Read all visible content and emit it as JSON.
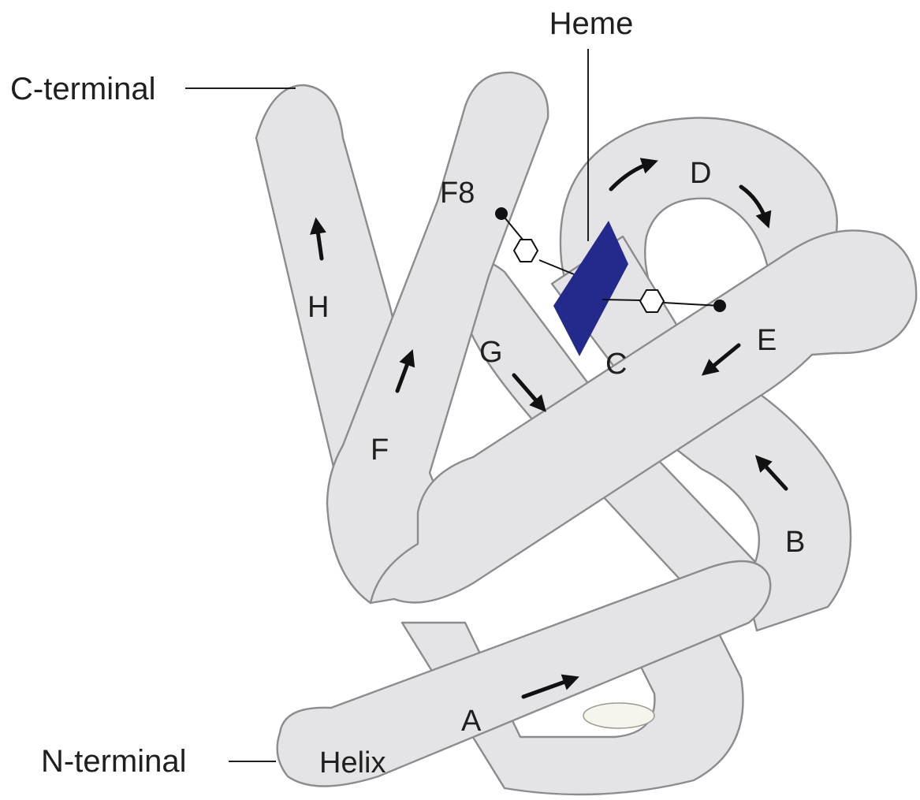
{
  "callouts": {
    "heme": "Heme",
    "c_terminal": "C-terminal",
    "n_terminal": "N-terminal"
  },
  "helices": [
    {
      "id": "A",
      "label": "A"
    },
    {
      "id": "B",
      "label": "B"
    },
    {
      "id": "C",
      "label": "C"
    },
    {
      "id": "D",
      "label": "D"
    },
    {
      "id": "E",
      "label": "E"
    },
    {
      "id": "F",
      "label": "F"
    },
    {
      "id": "G",
      "label": "G"
    },
    {
      "id": "H",
      "label": "H"
    }
  ],
  "residue_label": "F8",
  "helix_label": "Helix",
  "colors": {
    "tube_fill": "#e4e4e6",
    "tube_stroke": "#8c8c90",
    "heme": "#232a8c",
    "arrow": "#111111",
    "text": "#1f1f1f"
  }
}
